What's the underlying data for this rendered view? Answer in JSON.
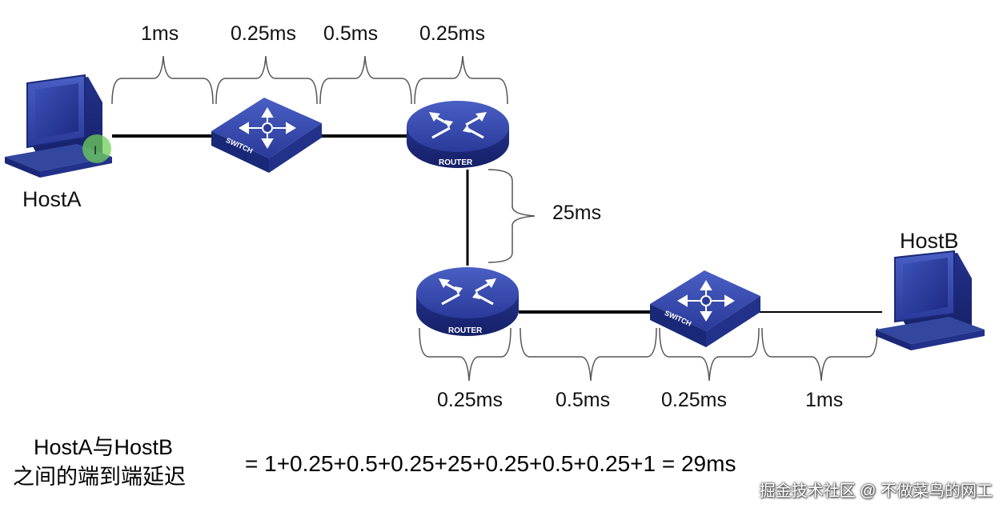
{
  "hosts": {
    "host_a": "HostA",
    "host_b": "HostB"
  },
  "devices": {
    "switch_label": "SWITCH",
    "router_label": "ROUTER"
  },
  "top_delays": [
    "1ms",
    "0.25ms",
    "0.5ms",
    "0.25ms"
  ],
  "middle_delay": "25ms",
  "bottom_delays": [
    "0.25ms",
    "0.5ms",
    "0.25ms",
    "1ms"
  ],
  "summary": {
    "line1": "HostA与HostB",
    "line2": "之间的端到端延迟",
    "formula": "= 1+0.25+0.5+0.25+25+0.25+0.5+0.25+1 = 29ms"
  },
  "watermark": "掘金技术社区 @ 不做菜鸟的网工",
  "colors": {
    "device_blue": "#2b3f9c",
    "device_dark": "#1a2878",
    "line": "#000000",
    "cursor_green": "#6fcf5a"
  }
}
